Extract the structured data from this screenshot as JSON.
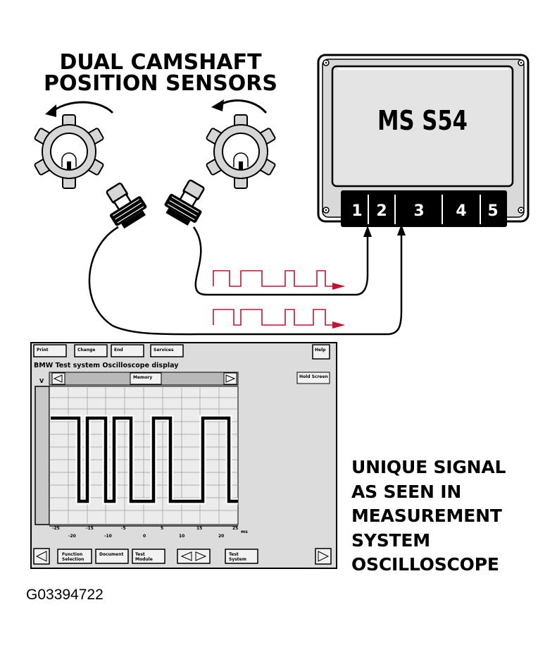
{
  "title": {
    "line1": "DUAL CAMSHAFT",
    "line2": "POSITION SENSORS"
  },
  "ecu": {
    "label": "MS S54",
    "connectors": [
      "1",
      "2",
      "3",
      "4",
      "5"
    ]
  },
  "tester": {
    "top_buttons": [
      "Print",
      "Change",
      "End",
      "Services"
    ],
    "help_button": "Help",
    "title_line": "BMW  Test system  Oscilloscope display",
    "y_axis_label": "V",
    "memory_button": "Memory",
    "hold_button": "Hold Screen",
    "x_unit": "ms",
    "x_ticks_upper": [
      "-25",
      "-15",
      "-5",
      "5",
      "15",
      "25"
    ],
    "x_ticks_lower": [
      "-20",
      "-10",
      "0",
      "10",
      "20"
    ],
    "bottom_buttons": [
      {
        "line1": "Function",
        "line2": "Selection"
      },
      {
        "line1": "Document",
        "line2": ""
      },
      {
        "line1": "Test",
        "line2": "Module"
      },
      {
        "line1": "Test",
        "line2": "System"
      }
    ]
  },
  "caption": {
    "lines": [
      "UNIQUE SIGNAL",
      "AS SEEN IN",
      "MEASUREMENT",
      "SYSTEM",
      "OSCILLOSCOPE"
    ]
  },
  "figure_id": "G03394722",
  "colors": {
    "signal": "#c8102e",
    "ink": "#000000",
    "panel": "#dcdcdc",
    "screen": "#e6e6e6"
  }
}
